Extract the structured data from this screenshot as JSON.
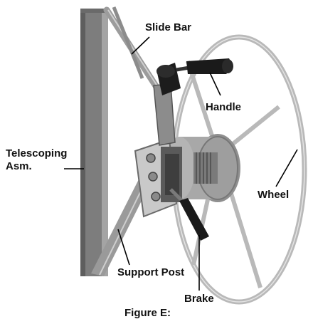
{
  "labels": {
    "slide_bar": "Slide Bar",
    "handle": "Handle",
    "telescoping_line1": "Telescoping",
    "telescoping_line2": "Asm.",
    "wheel": "Wheel",
    "support_post": "Support Post",
    "brake": "Brake"
  },
  "caption": "Figure E:",
  "colors": {
    "frame_gray": "#8a8a8a",
    "dark_gray": "#3a3a3a",
    "wheel_metal": "#b8b8b8",
    "drum_gray": "#9a9a9a",
    "black_grip": "#1a1a1a",
    "leader_line": "#000000"
  }
}
